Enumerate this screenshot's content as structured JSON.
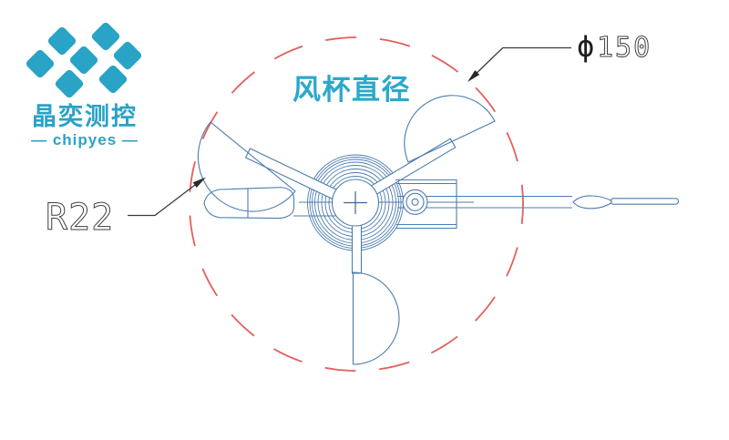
{
  "page": {
    "background": "#ffffff"
  },
  "logo": {
    "brand_cn": "晶奕测控",
    "brand_en": "— chipyes —",
    "color": "#29a3c6"
  },
  "drawing": {
    "title_label": "风杯直径",
    "dimensions": {
      "diameter_symbol": "ϕ",
      "diameter_value": "150",
      "radius_label": "R22"
    },
    "colors": {
      "line": "#4d7cae",
      "dashed_circle": "#e2605e",
      "leader": "#3a3a3a",
      "title_text": "#2ba9cb"
    }
  }
}
